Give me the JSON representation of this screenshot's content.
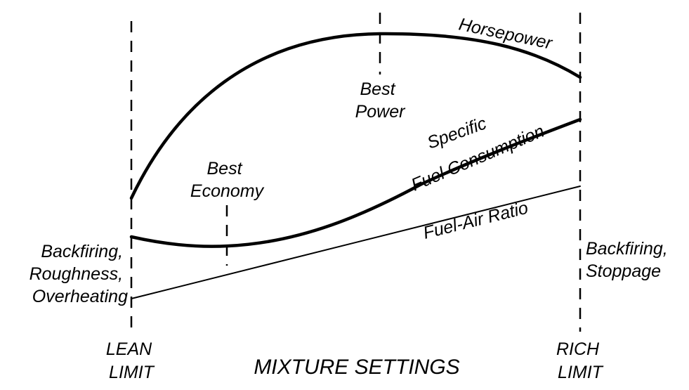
{
  "chart_data": {
    "type": "line",
    "title": "",
    "xlabel": "MIXTURE SETTINGS",
    "ylabel": "",
    "x_range_labels": {
      "lean_limit": "LEAN\nLIMIT",
      "rich_limit": "RICH\nLIMIT"
    },
    "x_lines": [
      "LEAN LIMIT",
      "Best Economy",
      "Best Power",
      "RICH LIMIT"
    ],
    "series": [
      {
        "name": "Horsepower",
        "shape": "rises steeply from lean limit, peaks at best power, declines toward rich limit"
      },
      {
        "name": "Specific Fuel Consumption",
        "shape": "minimum at best economy, rises toward rich limit"
      },
      {
        "name": "Fuel-Air Ratio",
        "shape": "increases linearly from lean to rich limit"
      }
    ],
    "annotations": {
      "best_power": "Best\nPower",
      "best_economy": "Best\nEconomy",
      "lean_effects": [
        "Backfiring,",
        "Roughness,",
        "Overheating"
      ],
      "rich_effects": [
        "Backfiring,",
        "Stoppage"
      ]
    },
    "grid": false,
    "legend": "none (series labeled directly on curves)",
    "line_color": "#000000"
  }
}
